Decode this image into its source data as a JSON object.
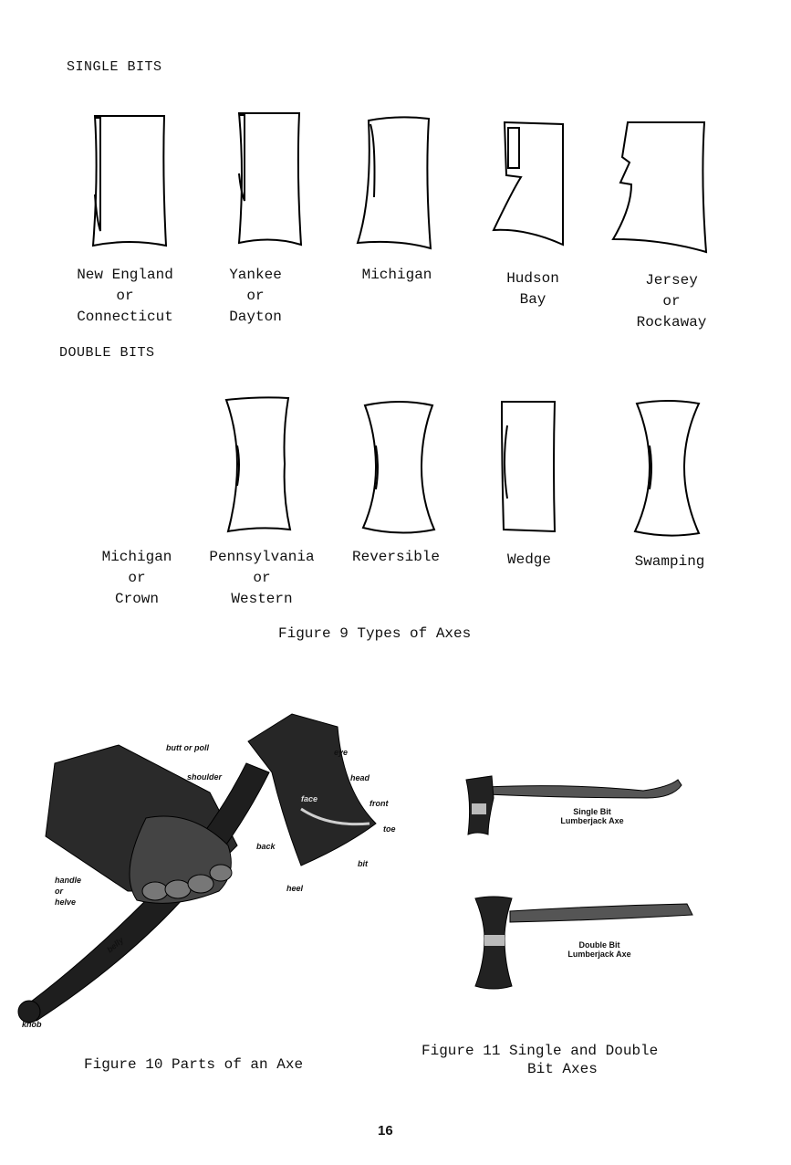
{
  "single_heading": "SINGLE BITS",
  "double_heading": "DOUBLE BITS",
  "single_bits": [
    {
      "lines": [
        "New England",
        "or",
        "Connecticut"
      ]
    },
    {
      "lines": [
        "Yankee",
        "or",
        "Dayton"
      ]
    },
    {
      "lines": [
        "Michigan"
      ]
    },
    {
      "lines": [
        "Hudson",
        "Bay"
      ]
    },
    {
      "lines": [
        "Jersey",
        "or",
        "Rockaway"
      ]
    }
  ],
  "double_bits": [
    {
      "lines": [
        "Michigan",
        "or",
        "Crown"
      ]
    },
    {
      "lines": [
        "Pennsylvania",
        "or",
        "Western"
      ]
    },
    {
      "lines": [
        "Reversible"
      ]
    },
    {
      "lines": [
        "Wedge"
      ]
    },
    {
      "lines": [
        "Swamping"
      ]
    }
  ],
  "figure9_caption": "Figure 9  Types of Axes",
  "figure10": {
    "caption": "Figure 10  Parts of an Axe",
    "parts": {
      "butt": "butt or poll",
      "shoulder": "shoulder",
      "eye": "eye",
      "head": "head",
      "face": "face",
      "front": "front",
      "toe": "toe",
      "back": "back",
      "bit": "bit",
      "heel": "heel",
      "handle": "handle",
      "handle_or": "or",
      "helve": "helve",
      "belly": "belly",
      "knob": "knob"
    }
  },
  "figure11": {
    "caption_line1": "Figure 11  Single and Double",
    "caption_line2": "Bit Axes",
    "single_label_1": "Single Bit",
    "single_label_2": "Lumberjack Axe",
    "double_label_1": "Double Bit",
    "double_label_2": "Lumberjack Axe"
  },
  "page_number": "16"
}
